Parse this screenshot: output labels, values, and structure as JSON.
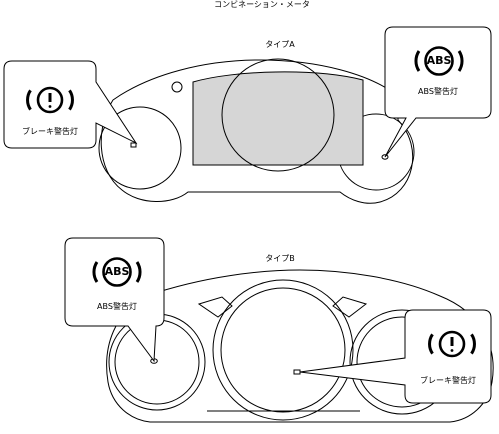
{
  "page_title": "コンビネーション・メータ",
  "type_a": {
    "label": "タイプA",
    "brake_callout": {
      "label": "ブレーキ警告灯",
      "icon": "brake-warning-icon"
    },
    "abs_callout": {
      "label": "ABS警告灯",
      "icon": "abs-warning-icon",
      "icon_text": "ABS"
    }
  },
  "type_b": {
    "label": "タイプB",
    "abs_callout": {
      "label": "ABS警告灯",
      "icon": "abs-warning-icon",
      "icon_text": "ABS"
    },
    "brake_callout": {
      "label": "ブレーキ警告灯",
      "icon": "brake-warning-icon"
    }
  },
  "colors": {
    "line": "#000000",
    "display_fill": "#d6d6d6",
    "background": "#ffffff"
  }
}
